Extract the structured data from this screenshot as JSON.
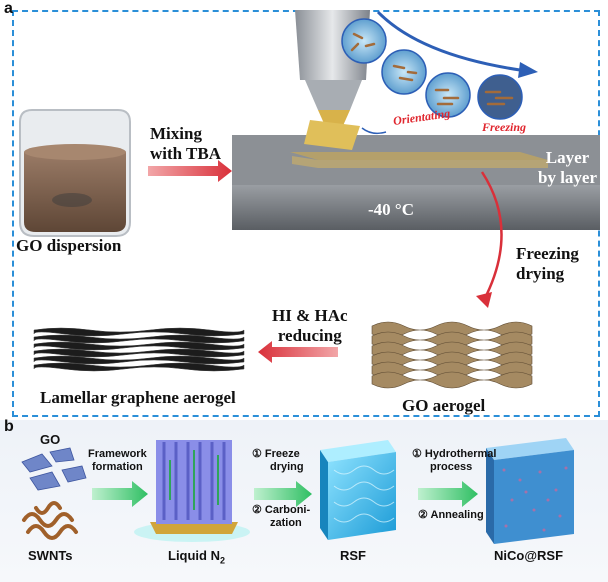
{
  "panel_a": {
    "label": "a",
    "go_dispersion": "GO dispersion",
    "mixing_line1": "Mixing",
    "mixing_line2": "with TBA",
    "orientating": "Orientating",
    "freezing": "Freezing",
    "layer_line1": "Layer",
    "layer_line2": "by layer",
    "temperature": "-40 °C",
    "freezing_drying_line1": "Freezing",
    "freezing_drying_line2": "drying",
    "reducing_line1": "HI & HAc",
    "reducing_line2": "reducing",
    "lamellar": "Lamellar graphene aerogel",
    "go_aerogel": "GO aerogel"
  },
  "panel_b": {
    "label": "b",
    "go": "GO",
    "swnts": "SWNTs",
    "framework_line1": "Framework",
    "framework_line2": "formation",
    "liquid_n2": "Liquid N",
    "liquid_n2_sub": "2",
    "step1_line1": "① Freeze",
    "step1_line2": "drying",
    "step2_line1": "② Carboni-",
    "step2_line2": "zation",
    "rsf": "RSF",
    "hydro_line1": "① Hydrothermal",
    "hydro_line2": "process",
    "annealing": "② Annealing",
    "nico": "NiCo@RSF"
  },
  "colors": {
    "frame": "#2b8fd8",
    "red_arrow": "#d9303a",
    "green_arrow": "#36c46a",
    "blue_arrow": "#2d5fb6",
    "red_text": "#e0262e"
  }
}
